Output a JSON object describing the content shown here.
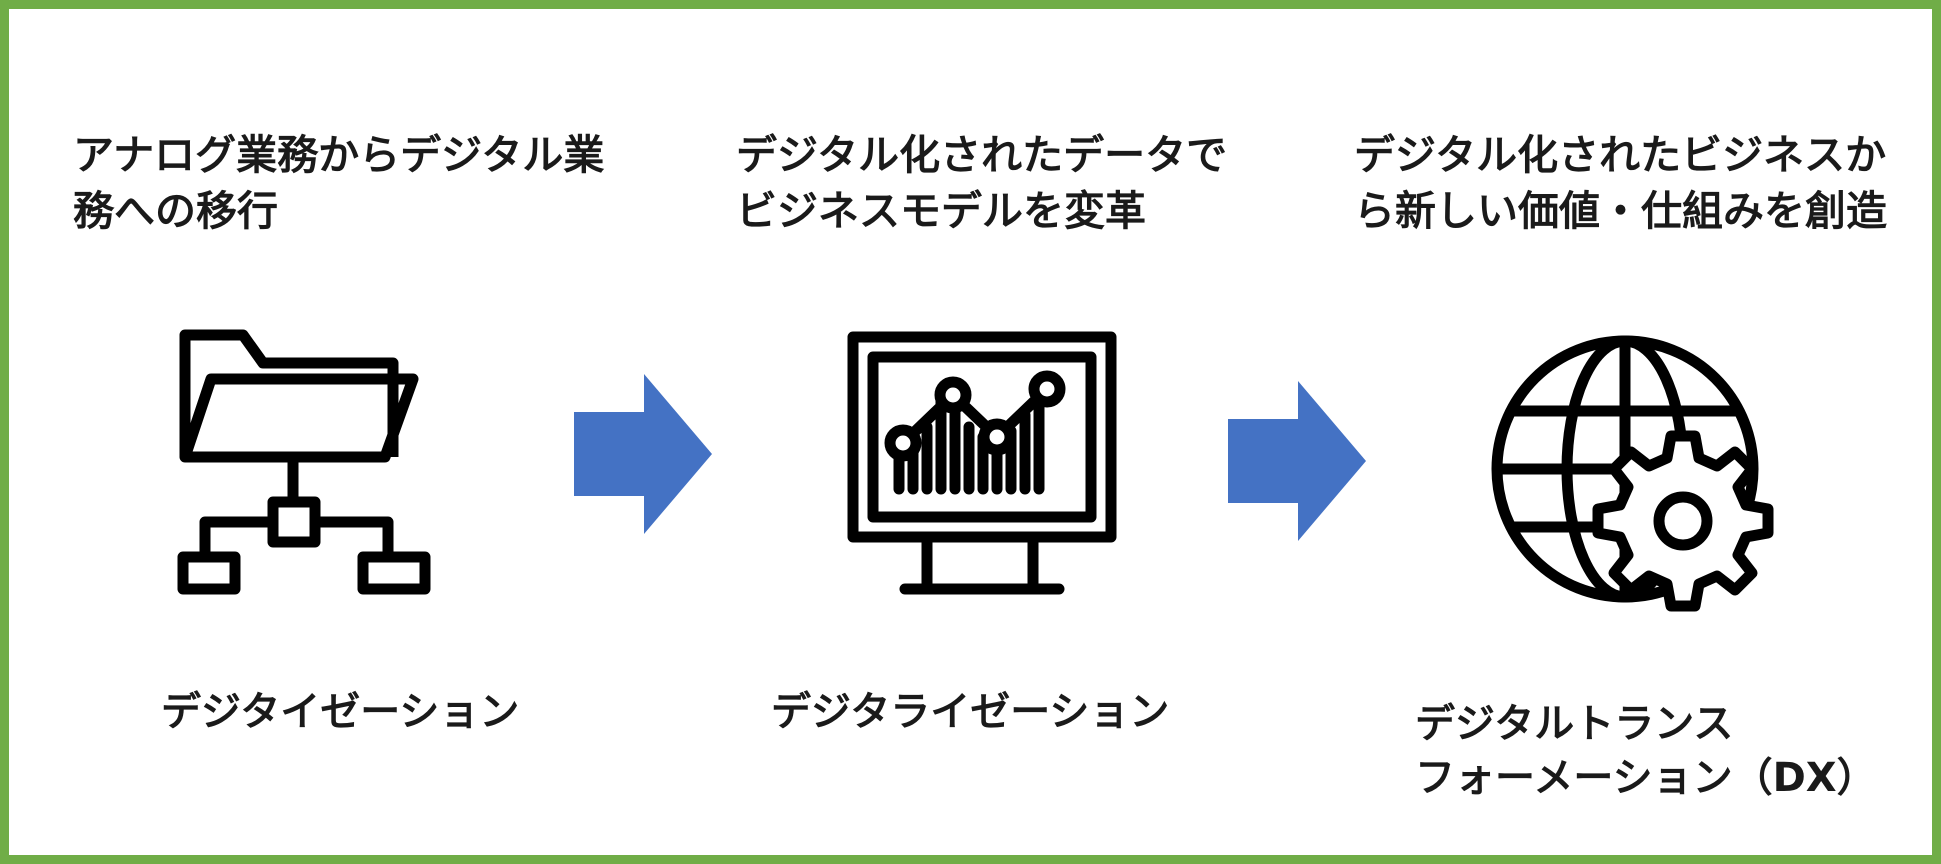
{
  "stages": [
    {
      "description": "アナログ業務からデジタル業務への移行",
      "label": "デジタイゼーション",
      "icon": "folder-network-icon"
    },
    {
      "description": "デジタル化されたデータでビジネスモデルを変革",
      "label": "デジタライゼーション",
      "icon": "monitor-chart-icon"
    },
    {
      "description": "デジタル化されたビジネスから新しい価値・仕組みを創造",
      "label": "デジタルトランス\nフォーメーション（DX）",
      "icon": "globe-gear-icon"
    }
  ],
  "colors": {
    "border": "#70ad47",
    "arrow": "#4472c4",
    "icon": "#000000"
  }
}
